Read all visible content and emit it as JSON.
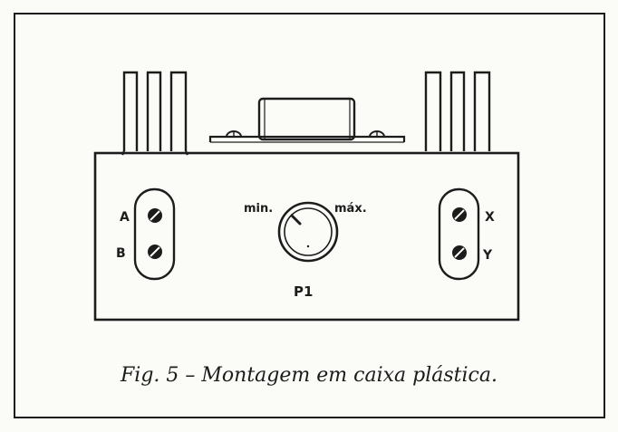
{
  "caption": "Fig. 5 – Montagem em caixa plástica.",
  "terminals_left": [
    "A",
    "B"
  ],
  "terminals_right": [
    "X",
    "Y"
  ],
  "potentiometer": {
    "label": "P1",
    "min_label": "min.",
    "max_label": "máx."
  },
  "colors": {
    "ink": "#1c1c1c",
    "paper": "#fbfbf8"
  }
}
